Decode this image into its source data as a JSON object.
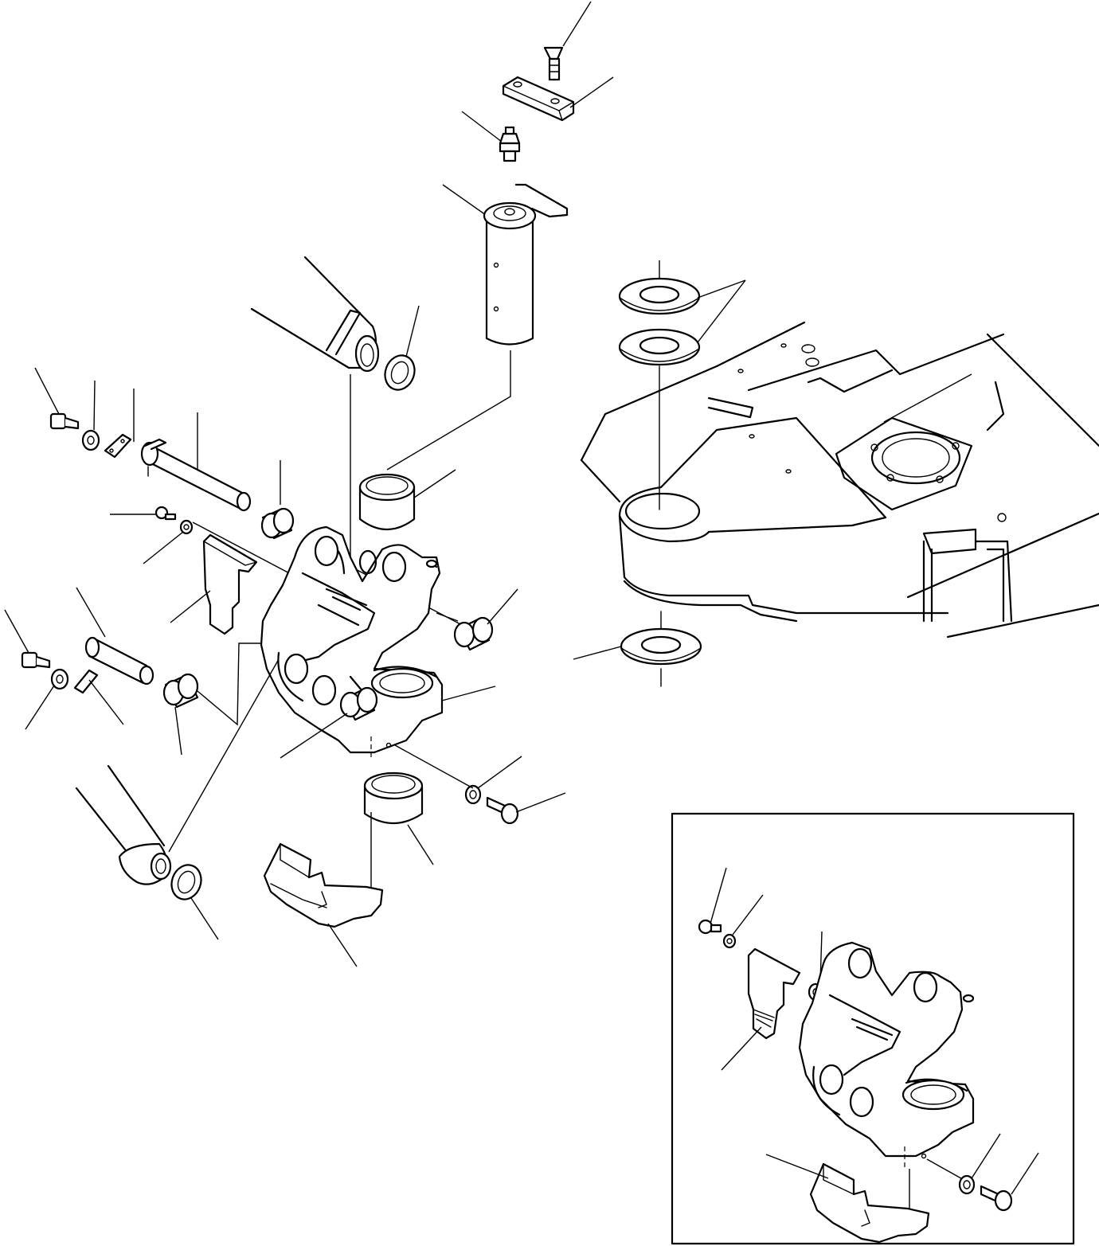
{
  "diagram": {
    "description_labels": [],
    "parts": [
      "countersunk-bolt",
      "lock-plate",
      "grease-fitting",
      "swing-pin",
      "thrust-washer-upper",
      "thrust-washer-lower",
      "bushing-upper",
      "bushing-lower",
      "swing-bracket",
      "boom-cylinder-pin",
      "bolt",
      "washer",
      "lock-plate-small",
      "collar",
      "cylinder-pin",
      "cover",
      "boom",
      "cylinder",
      "revolving-frame"
    ],
    "inset": {
      "present": true
    }
  },
  "colors": {
    "line": "#000000",
    "background": "#ffffff"
  }
}
